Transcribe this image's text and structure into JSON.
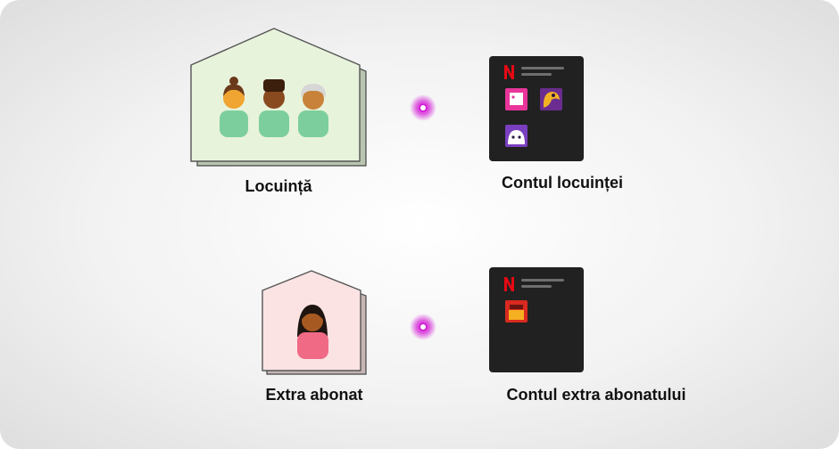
{
  "household": {
    "label": "Locuință"
  },
  "household_account": {
    "label": "Contul locuinței"
  },
  "extra_member": {
    "label": "Extra abonat"
  },
  "extra_account": {
    "label": "Contul extra abonatului"
  },
  "colors": {
    "household_fill": "#e8f3dc",
    "extra_fill": "#fbe3e3",
    "account_panel": "#212121",
    "netflix_red": "#e50914",
    "link_start": "#e8154f",
    "link_end": "#8a1fc7",
    "node_glow": "#d21fd6"
  },
  "icons": {
    "household_people": [
      "person-icon",
      "person-icon",
      "person-icon"
    ],
    "household_profiles": [
      "profile-pink-icon",
      "profile-yellow-icon",
      "profile-purple-icon"
    ],
    "extra_person": "person-icon",
    "extra_profiles": [
      "profile-red-icon"
    ],
    "brand": "netflix-logo-icon"
  }
}
